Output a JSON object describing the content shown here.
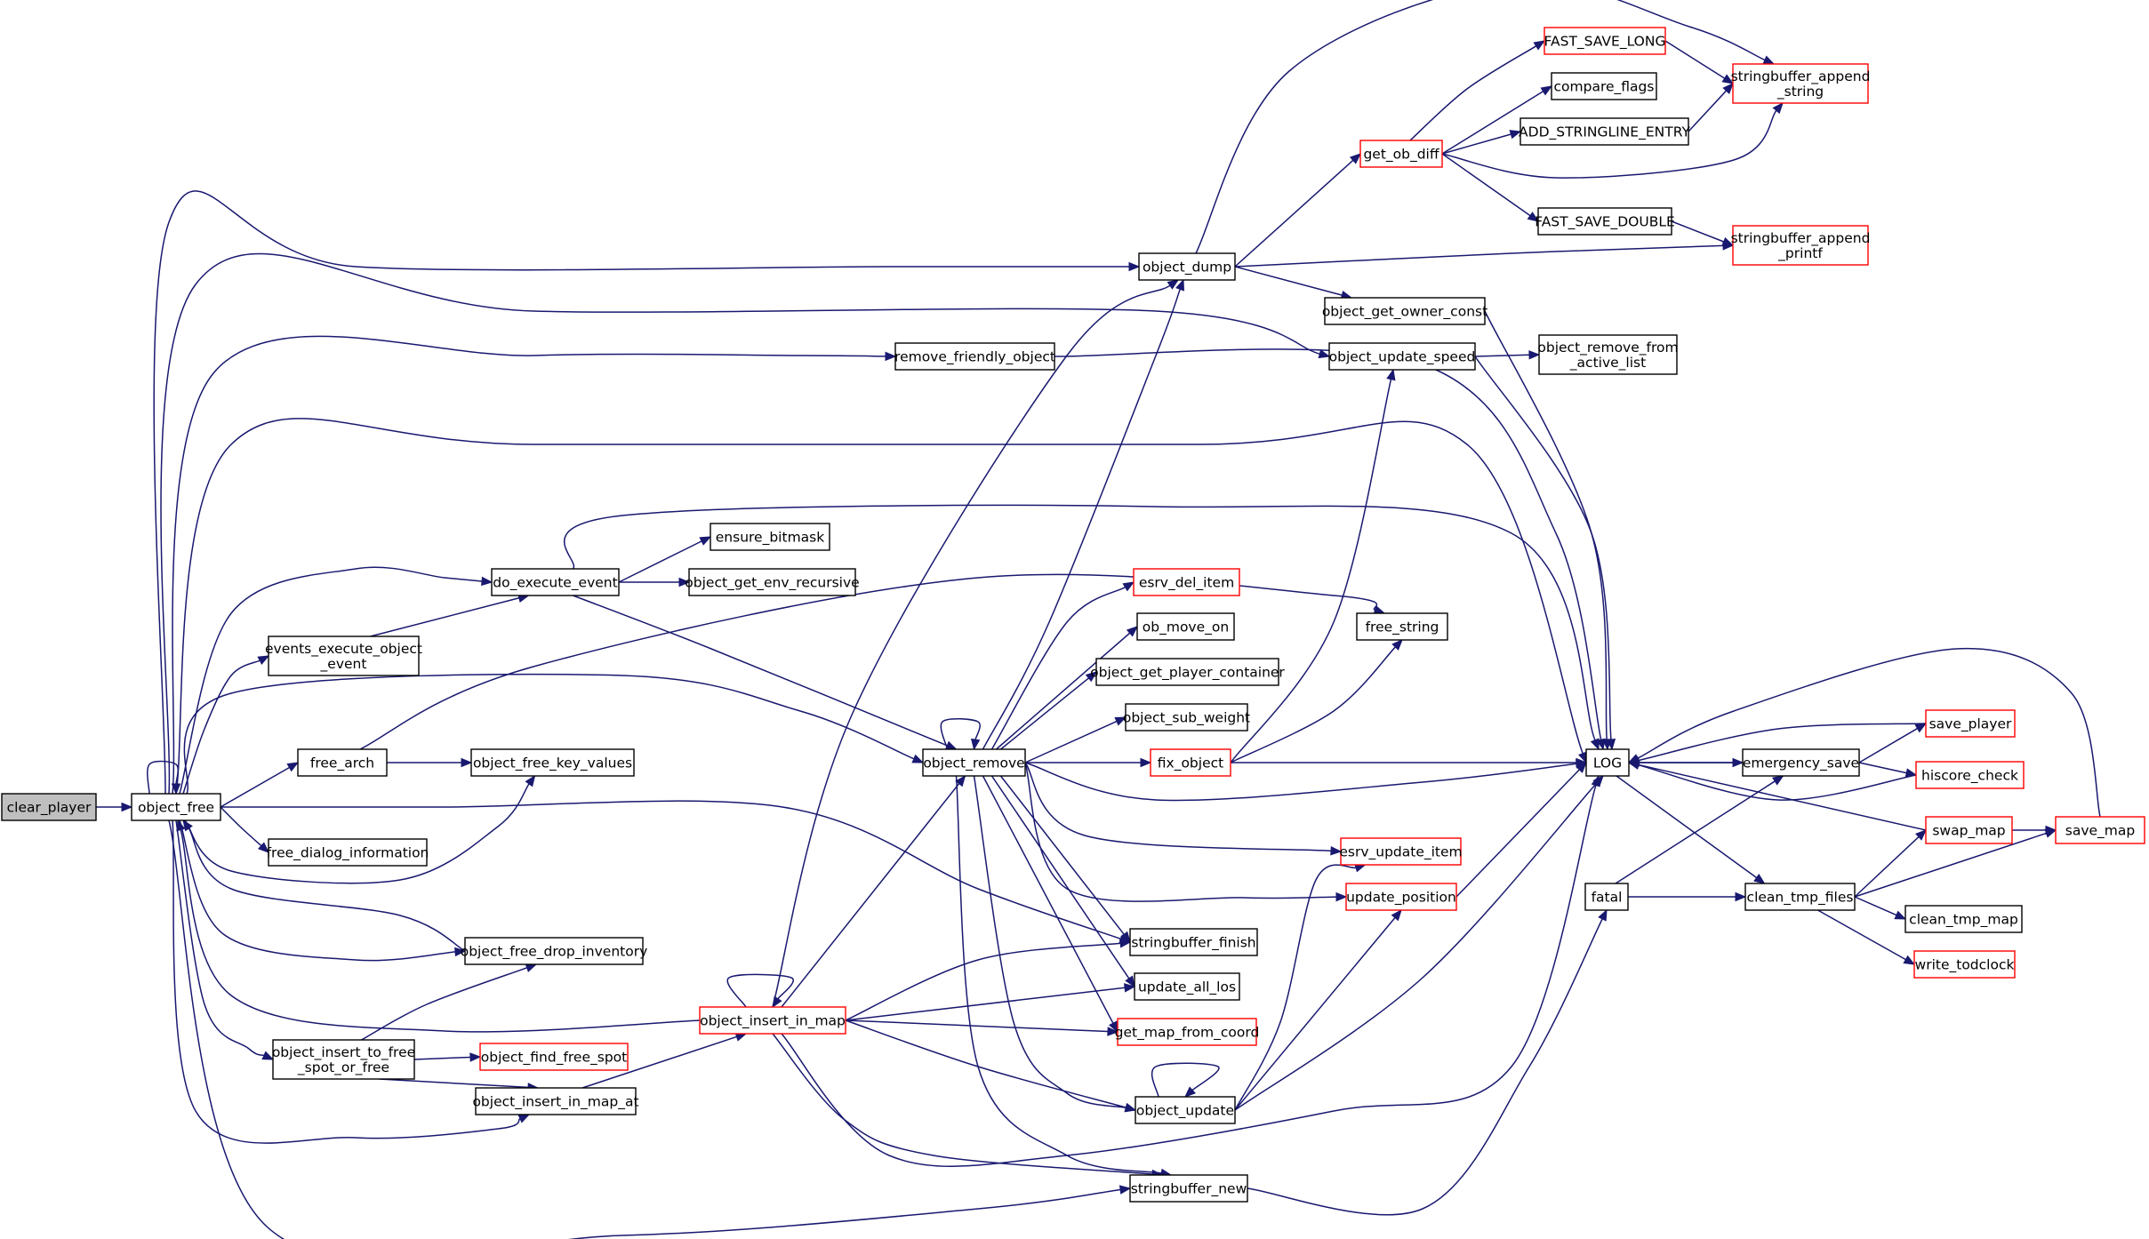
{
  "graph": {
    "colors": {
      "edge": "#191970",
      "node_border": "#000000",
      "truncated_border": "#ff0000",
      "root_fill": "#bfbfbf"
    },
    "nodes": [
      {
        "id": "clear_player",
        "lines": [
          "clear_player"
        ],
        "root": true
      },
      {
        "id": "object_free",
        "lines": [
          "object_free"
        ]
      },
      {
        "id": "object_dump",
        "lines": [
          "object_dump"
        ]
      },
      {
        "id": "remove_friendly_object",
        "lines": [
          "remove_friendly_object"
        ]
      },
      {
        "id": "do_execute_event",
        "lines": [
          "do_execute_event"
        ]
      },
      {
        "id": "events_execute_object_event",
        "lines": [
          "events_execute_object",
          "_event"
        ]
      },
      {
        "id": "free_arch",
        "lines": [
          "free_arch"
        ]
      },
      {
        "id": "free_dialog_information",
        "lines": [
          "free_dialog_information"
        ]
      },
      {
        "id": "object_free_key_values",
        "lines": [
          "object_free_key_values"
        ]
      },
      {
        "id": "object_free_drop_inventory",
        "lines": [
          "object_free_drop_inventory"
        ]
      },
      {
        "id": "object_insert_to_free_spot_or_free",
        "lines": [
          "object_insert_to_free",
          "_spot_or_free"
        ]
      },
      {
        "id": "object_find_free_spot",
        "lines": [
          "object_find_free_spot"
        ],
        "truncated": true
      },
      {
        "id": "object_insert_in_map_at",
        "lines": [
          "object_insert_in_map_at"
        ]
      },
      {
        "id": "object_insert_in_map",
        "lines": [
          "object_insert_in_map"
        ],
        "truncated": true
      },
      {
        "id": "object_remove",
        "lines": [
          "object_remove"
        ]
      },
      {
        "id": "ensure_bitmask",
        "lines": [
          "ensure_bitmask"
        ]
      },
      {
        "id": "object_get_env_recursive",
        "lines": [
          "object_get_env_recursive"
        ]
      },
      {
        "id": "esrv_del_item",
        "lines": [
          "esrv_del_item"
        ],
        "truncated": true
      },
      {
        "id": "ob_move_on",
        "lines": [
          "ob_move_on"
        ]
      },
      {
        "id": "object_get_player_container",
        "lines": [
          "object_get_player_container"
        ]
      },
      {
        "id": "object_sub_weight",
        "lines": [
          "object_sub_weight"
        ]
      },
      {
        "id": "fix_object",
        "lines": [
          "fix_object"
        ],
        "truncated": true
      },
      {
        "id": "esrv_update_item",
        "lines": [
          "esrv_update_item"
        ],
        "truncated": true
      },
      {
        "id": "update_position",
        "lines": [
          "update_position"
        ],
        "truncated": true
      },
      {
        "id": "stringbuffer_finish",
        "lines": [
          "stringbuffer_finish"
        ]
      },
      {
        "id": "update_all_los",
        "lines": [
          "update_all_los"
        ]
      },
      {
        "id": "get_map_from_coord",
        "lines": [
          "get_map_from_coord"
        ],
        "truncated": true
      },
      {
        "id": "object_update",
        "lines": [
          "object_update"
        ]
      },
      {
        "id": "stringbuffer_new",
        "lines": [
          "stringbuffer_new"
        ]
      },
      {
        "id": "object_get_owner_const",
        "lines": [
          "object_get_owner_const"
        ]
      },
      {
        "id": "object_update_speed",
        "lines": [
          "object_update_speed"
        ]
      },
      {
        "id": "object_remove_from_active_list",
        "lines": [
          "object_remove_from",
          "_active_list"
        ]
      },
      {
        "id": "free_string",
        "lines": [
          "free_string"
        ]
      },
      {
        "id": "get_ob_diff",
        "lines": [
          "get_ob_diff"
        ],
        "truncated": true
      },
      {
        "id": "FAST_SAVE_LONG",
        "lines": [
          "FAST_SAVE_LONG"
        ],
        "truncated": true
      },
      {
        "id": "compare_flags",
        "lines": [
          "compare_flags"
        ]
      },
      {
        "id": "ADD_STRINGLINE_ENTRY",
        "lines": [
          "ADD_STRINGLINE_ENTRY"
        ]
      },
      {
        "id": "FAST_SAVE_DOUBLE",
        "lines": [
          "FAST_SAVE_DOUBLE"
        ]
      },
      {
        "id": "stringbuffer_append_string",
        "lines": [
          "stringbuffer_append",
          "_string"
        ],
        "truncated": true
      },
      {
        "id": "stringbuffer_append_printf",
        "lines": [
          "stringbuffer_append",
          "_printf"
        ],
        "truncated": true
      },
      {
        "id": "LOG",
        "lines": [
          "LOG"
        ]
      },
      {
        "id": "fatal",
        "lines": [
          "fatal"
        ]
      },
      {
        "id": "emergency_save",
        "lines": [
          "emergency_save"
        ]
      },
      {
        "id": "clean_tmp_files",
        "lines": [
          "clean_tmp_files"
        ]
      },
      {
        "id": "save_player",
        "lines": [
          "save_player"
        ],
        "truncated": true
      },
      {
        "id": "hiscore_check",
        "lines": [
          "hiscore_check"
        ],
        "truncated": true
      },
      {
        "id": "swap_map",
        "lines": [
          "swap_map"
        ],
        "truncated": true
      },
      {
        "id": "save_map",
        "lines": [
          "save_map"
        ],
        "truncated": true
      },
      {
        "id": "clean_tmp_map",
        "lines": [
          "clean_tmp_map"
        ]
      },
      {
        "id": "write_todclock",
        "lines": [
          "write_todclock"
        ],
        "truncated": true
      }
    ]
  }
}
